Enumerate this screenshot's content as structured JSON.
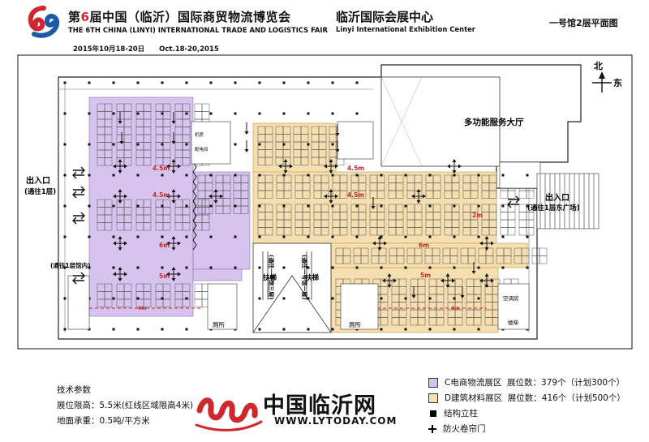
{
  "header": {
    "fair_number": "6",
    "fair_title_prefix": "第",
    "fair_title_rest": "届中国（临沂）国际商贸物流博览会",
    "fair_title_en": "THE 6TH CHINA (LINYI) INTERNATIONAL TRADE AND LOGISTICS FAIR",
    "date_cn": "2015年10月18-20日",
    "date_en": "Oct.18-20,2015",
    "venue_cn": "临沂国际会展中心",
    "venue_en": "Linyi International Exhibition Center",
    "hall_title": "一号馆2层平面图"
  },
  "compass": {
    "north": "北",
    "east": "东"
  },
  "map": {
    "multipurpose_hall": "多功能服务大厅",
    "entrance_left": {
      "title": "出入口",
      "sub": "(通往1层)"
    },
    "entrance_right": {
      "title": "出入口",
      "sub": "(通往1层东广场)"
    },
    "to_floor1_inner": "(通往1层馆内)",
    "escalator_left": {
      "label": "扶梯",
      "note": "(通往一号馆三层)"
    },
    "escalator_right": {
      "label": "扶梯",
      "note": "(通往一号馆一层)"
    },
    "toilet": "厕所",
    "pantry": "空调房",
    "stair": "楼梯",
    "room_small": "机房",
    "room_small2": "配电间",
    "dims": {
      "d45": "4.5m",
      "d6": "6m",
      "d5": "5m",
      "d2": "2m",
      "d4": "4m"
    }
  },
  "zones": {
    "c": {
      "color": "#d7c4ee",
      "name": "C电商物流展区",
      "count_label": "展位数：379个（计划300个）"
    },
    "d": {
      "color": "#f5dfb0",
      "name": "D建筑材料展区",
      "count_label": "展位数：416个（计划500个）"
    }
  },
  "legend": {
    "pillar": "结构立柱",
    "door": "防火卷帘门"
  },
  "tech": {
    "title": "技术参数",
    "height": "展位限高：5.5米(红线区域限高4米)",
    "load": "地面承重：0.5吨/平方米"
  },
  "brand": {
    "name": "中国临沂网",
    "url": "WWW.LYTODAY.COM"
  }
}
